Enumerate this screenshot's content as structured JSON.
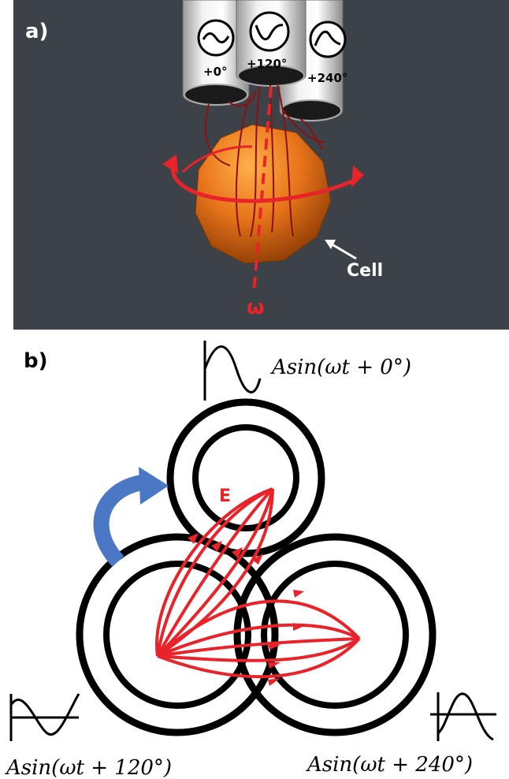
{
  "panel_a": {
    "label": "a)",
    "phase_labels": [
      "+0°",
      "+120°",
      "+240°"
    ],
    "cell_label": "Cell",
    "omega_label": "ω"
  },
  "panel_b": {
    "label": "b)",
    "field_label": "E",
    "signal_top": "Asin(ωt + 0°)",
    "signal_left": "Asin(ωt + 120°)",
    "signal_right": "Asin(ωt + 240°)"
  },
  "colors": {
    "panel_a_bg": "#3d4248",
    "cell": "#e8741a",
    "field_red": "#e8232a",
    "rotation_blue": "#4a78c4",
    "electrode": "#000000"
  }
}
